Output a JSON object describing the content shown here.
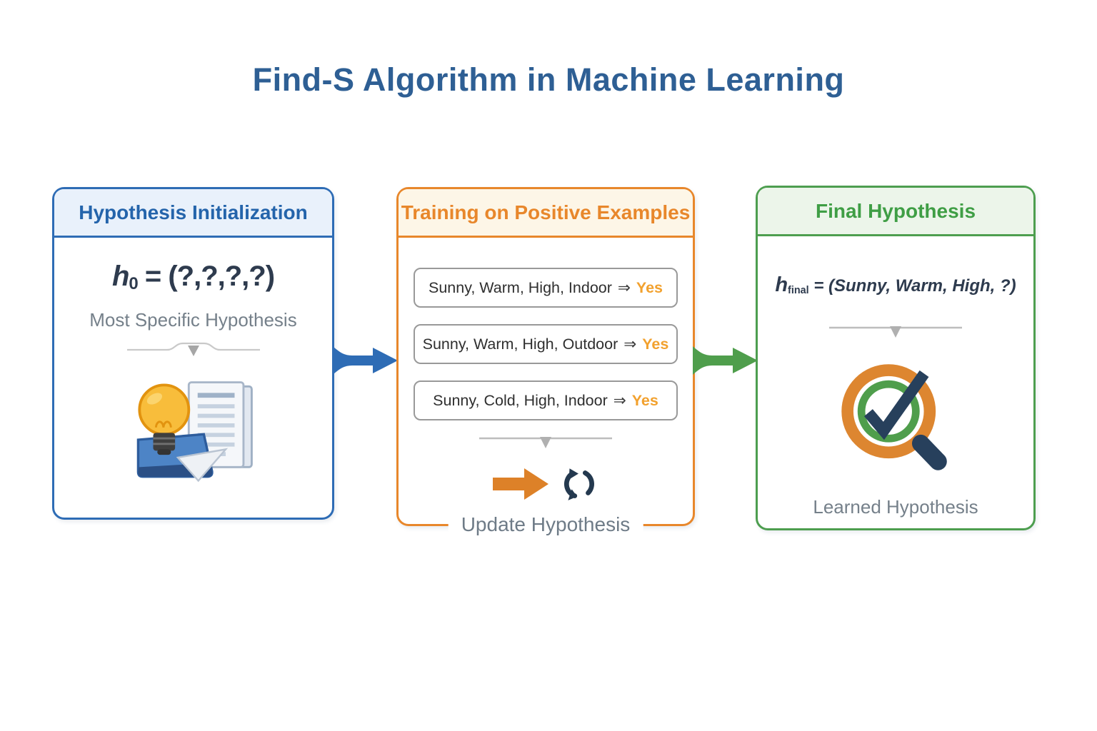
{
  "title": "Find-S Algorithm in Machine Learning",
  "panels": {
    "initialization": {
      "header": "Hypothesis Initialization",
      "formula": {
        "var": "h",
        "sub": "0",
        "rhs": "= (?,?,?,?)"
      },
      "caption": "Most Specific Hypothesis",
      "icon": "lightbulb-folder-document-icon"
    },
    "training": {
      "header": "Training on Positive Examples",
      "examples": [
        {
          "condition": "Sunny, Warm, High, Indoor",
          "arrow": "⇒",
          "result": "Yes"
        },
        {
          "condition": "Sunny, Warm, High, Outdoor",
          "arrow": "⇒",
          "result": "Yes"
        },
        {
          "condition": "Sunny, Cold, High, Indoor",
          "arrow": "⇒",
          "result": "Yes"
        }
      ],
      "update_label": "Update Hypothesis",
      "icons": [
        "orange-right-arrow-icon",
        "refresh-icon"
      ]
    },
    "final": {
      "header": "Final Hypothesis",
      "formula": {
        "var": "h",
        "sub": "final",
        "rhs": "= (Sunny, Warm, High, ?)"
      },
      "caption": "Learned Hypothesis",
      "icon": "magnifier-check-icon"
    }
  },
  "flow": {
    "arrow_1": "blue-flow-arrow-icon",
    "arrow_2": "green-flow-arrow-icon"
  },
  "colors": {
    "title_text": "#2e5f94",
    "blue_border": "#2e6cb5",
    "blue_header_bg": "#e9f1fb",
    "blue_header_text": "#2464ab",
    "orange_border": "#e8872b",
    "orange_header_bg": "#fdf6e7",
    "green_border": "#4d9e4f",
    "green_header_bg": "#ecf5ea",
    "green_header_text": "#3f9e45",
    "yes_text": "#f2a12e",
    "formula_text": "#2e3b4e",
    "caption_text": "#75808a",
    "example_border": "#999999",
    "update_arrow": "#dd8128",
    "refresh_icon": "#24394f",
    "magnifier_orange": "#dd8630",
    "magnifier_green": "#4f9e4c",
    "magnifier_navy": "#27405c"
  }
}
